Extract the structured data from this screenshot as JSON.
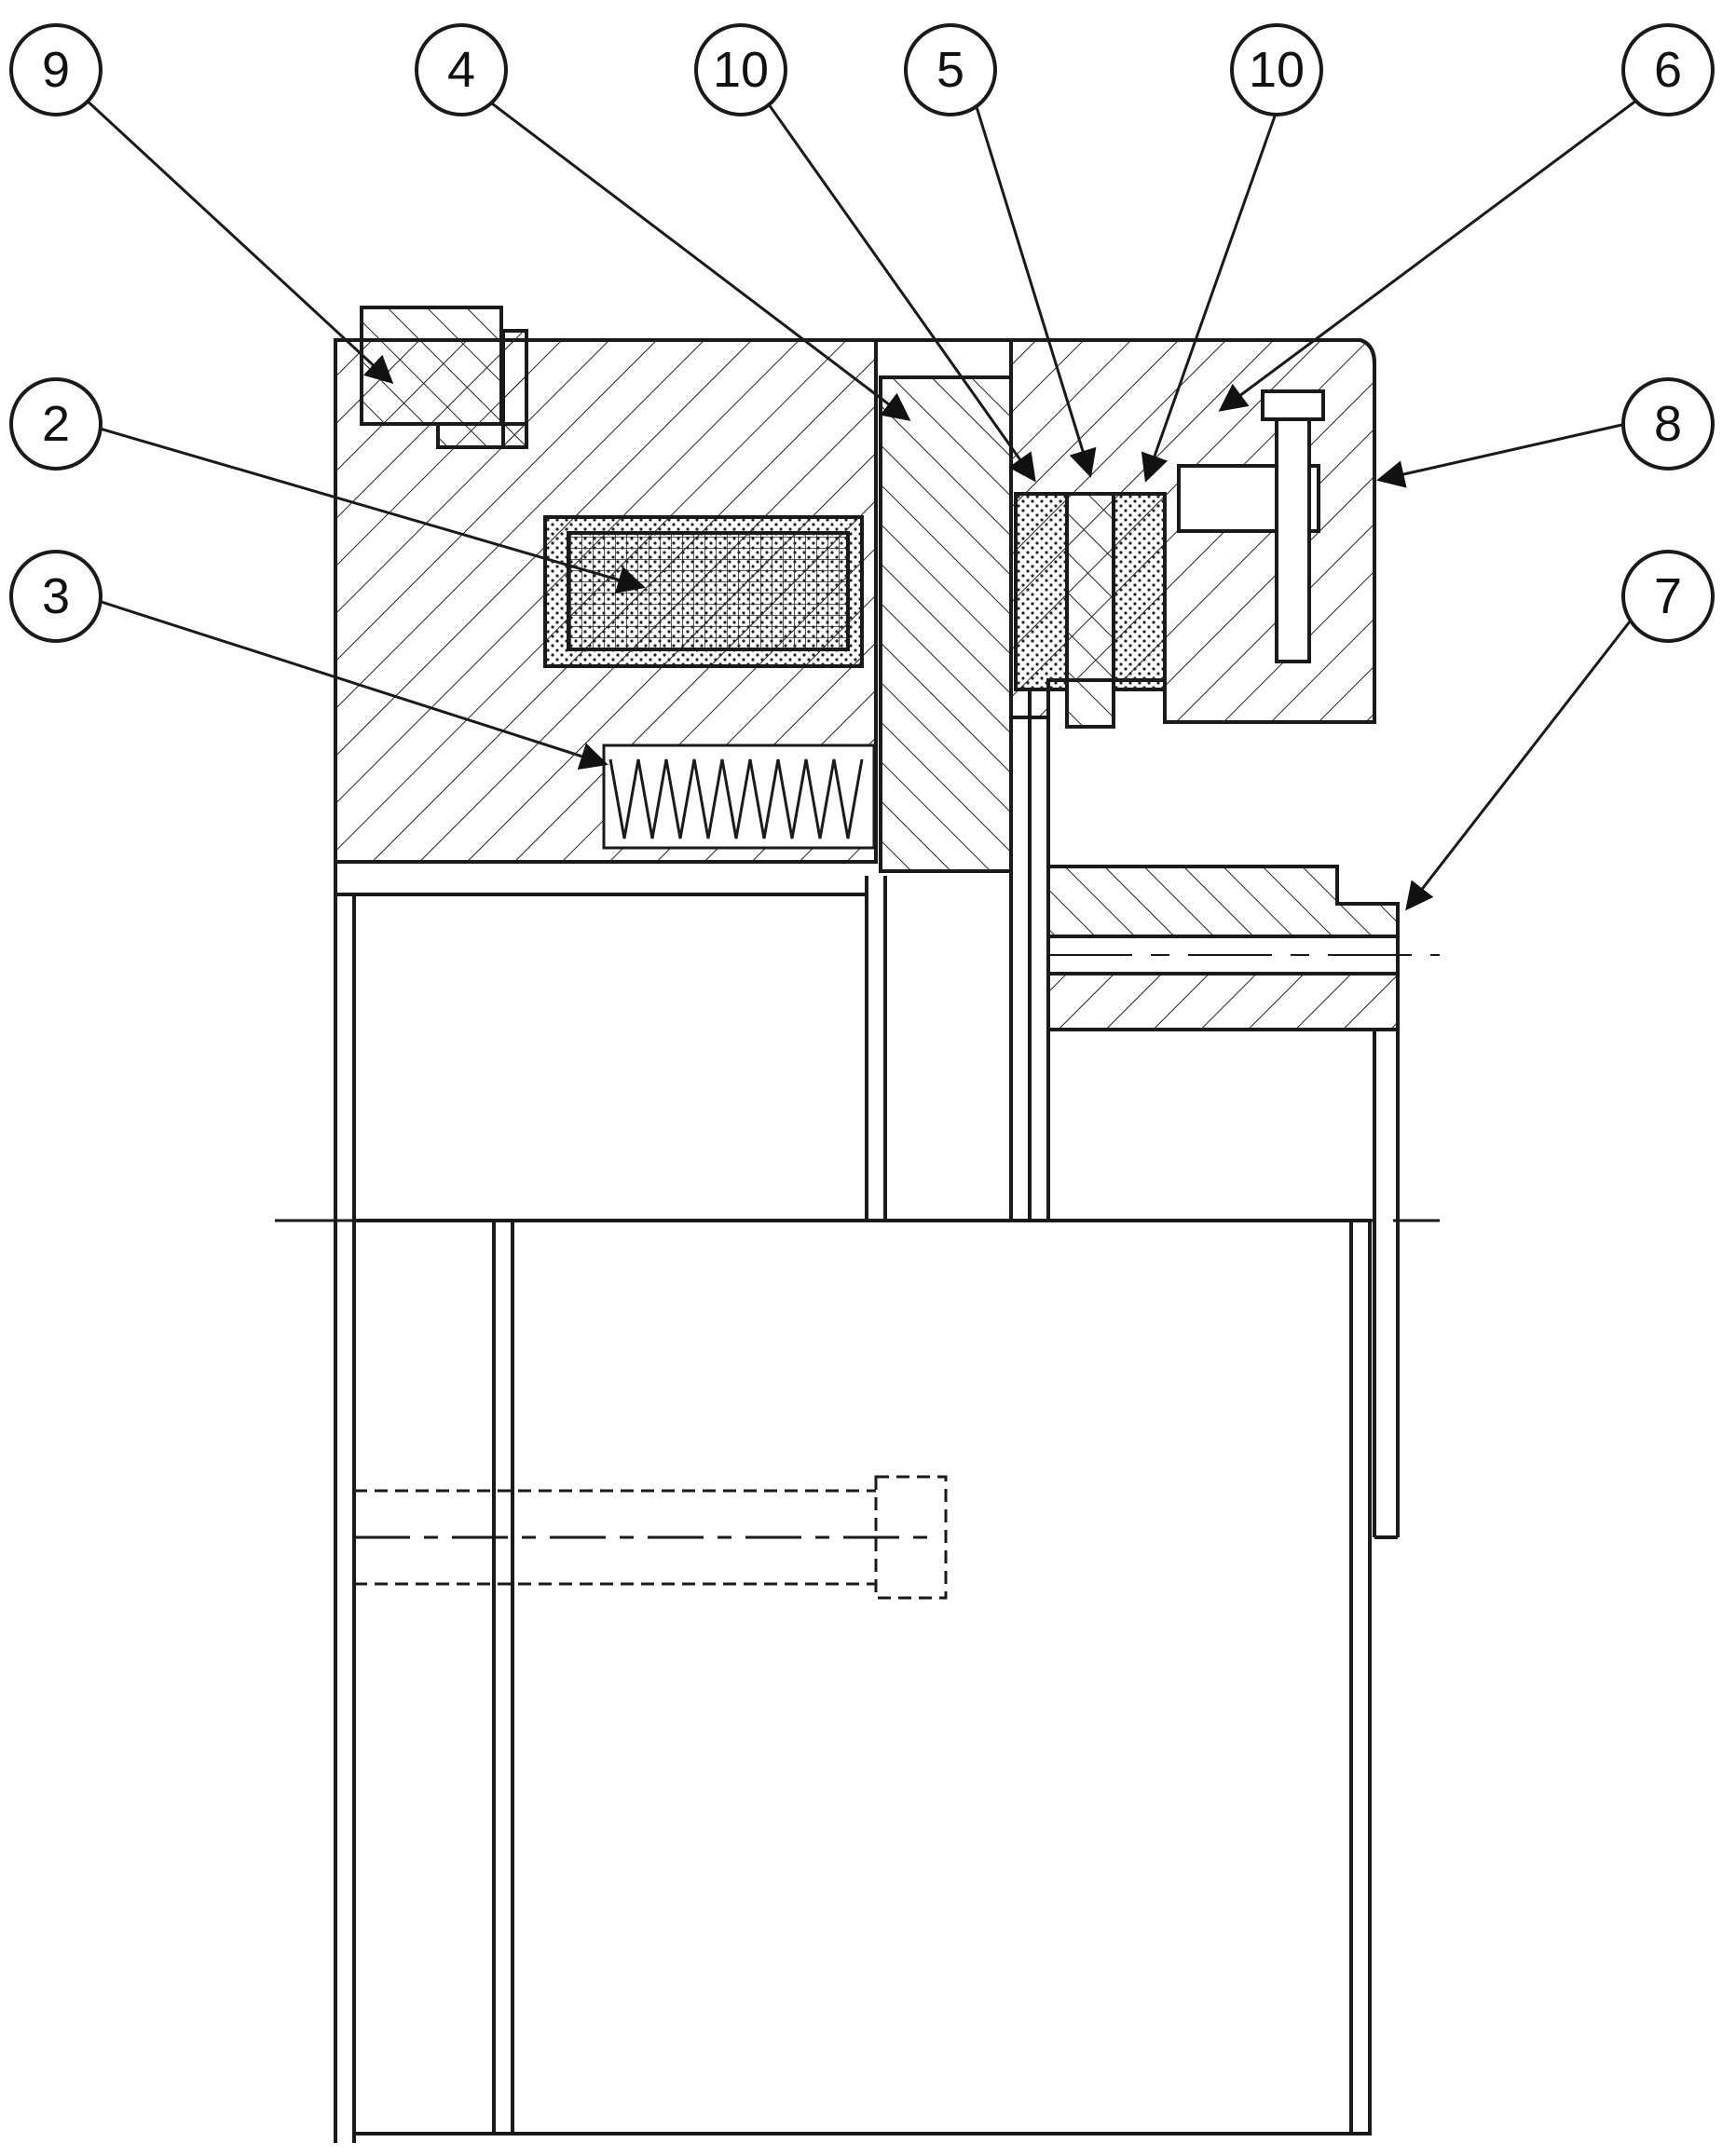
{
  "diagram": {
    "type": "mechanical-section-drawing",
    "line_color": "#1a1a1a",
    "background": "#ffffff",
    "callouts": [
      {
        "id": "c9",
        "label": "9"
      },
      {
        "id": "c4",
        "label": "4"
      },
      {
        "id": "c10a",
        "label": "10"
      },
      {
        "id": "c5",
        "label": "5"
      },
      {
        "id": "c10b",
        "label": "10"
      },
      {
        "id": "c6",
        "label": "6"
      },
      {
        "id": "c2",
        "label": "2"
      },
      {
        "id": "c8",
        "label": "8"
      },
      {
        "id": "c3",
        "label": "3"
      },
      {
        "id": "c7",
        "label": "7"
      }
    ]
  }
}
